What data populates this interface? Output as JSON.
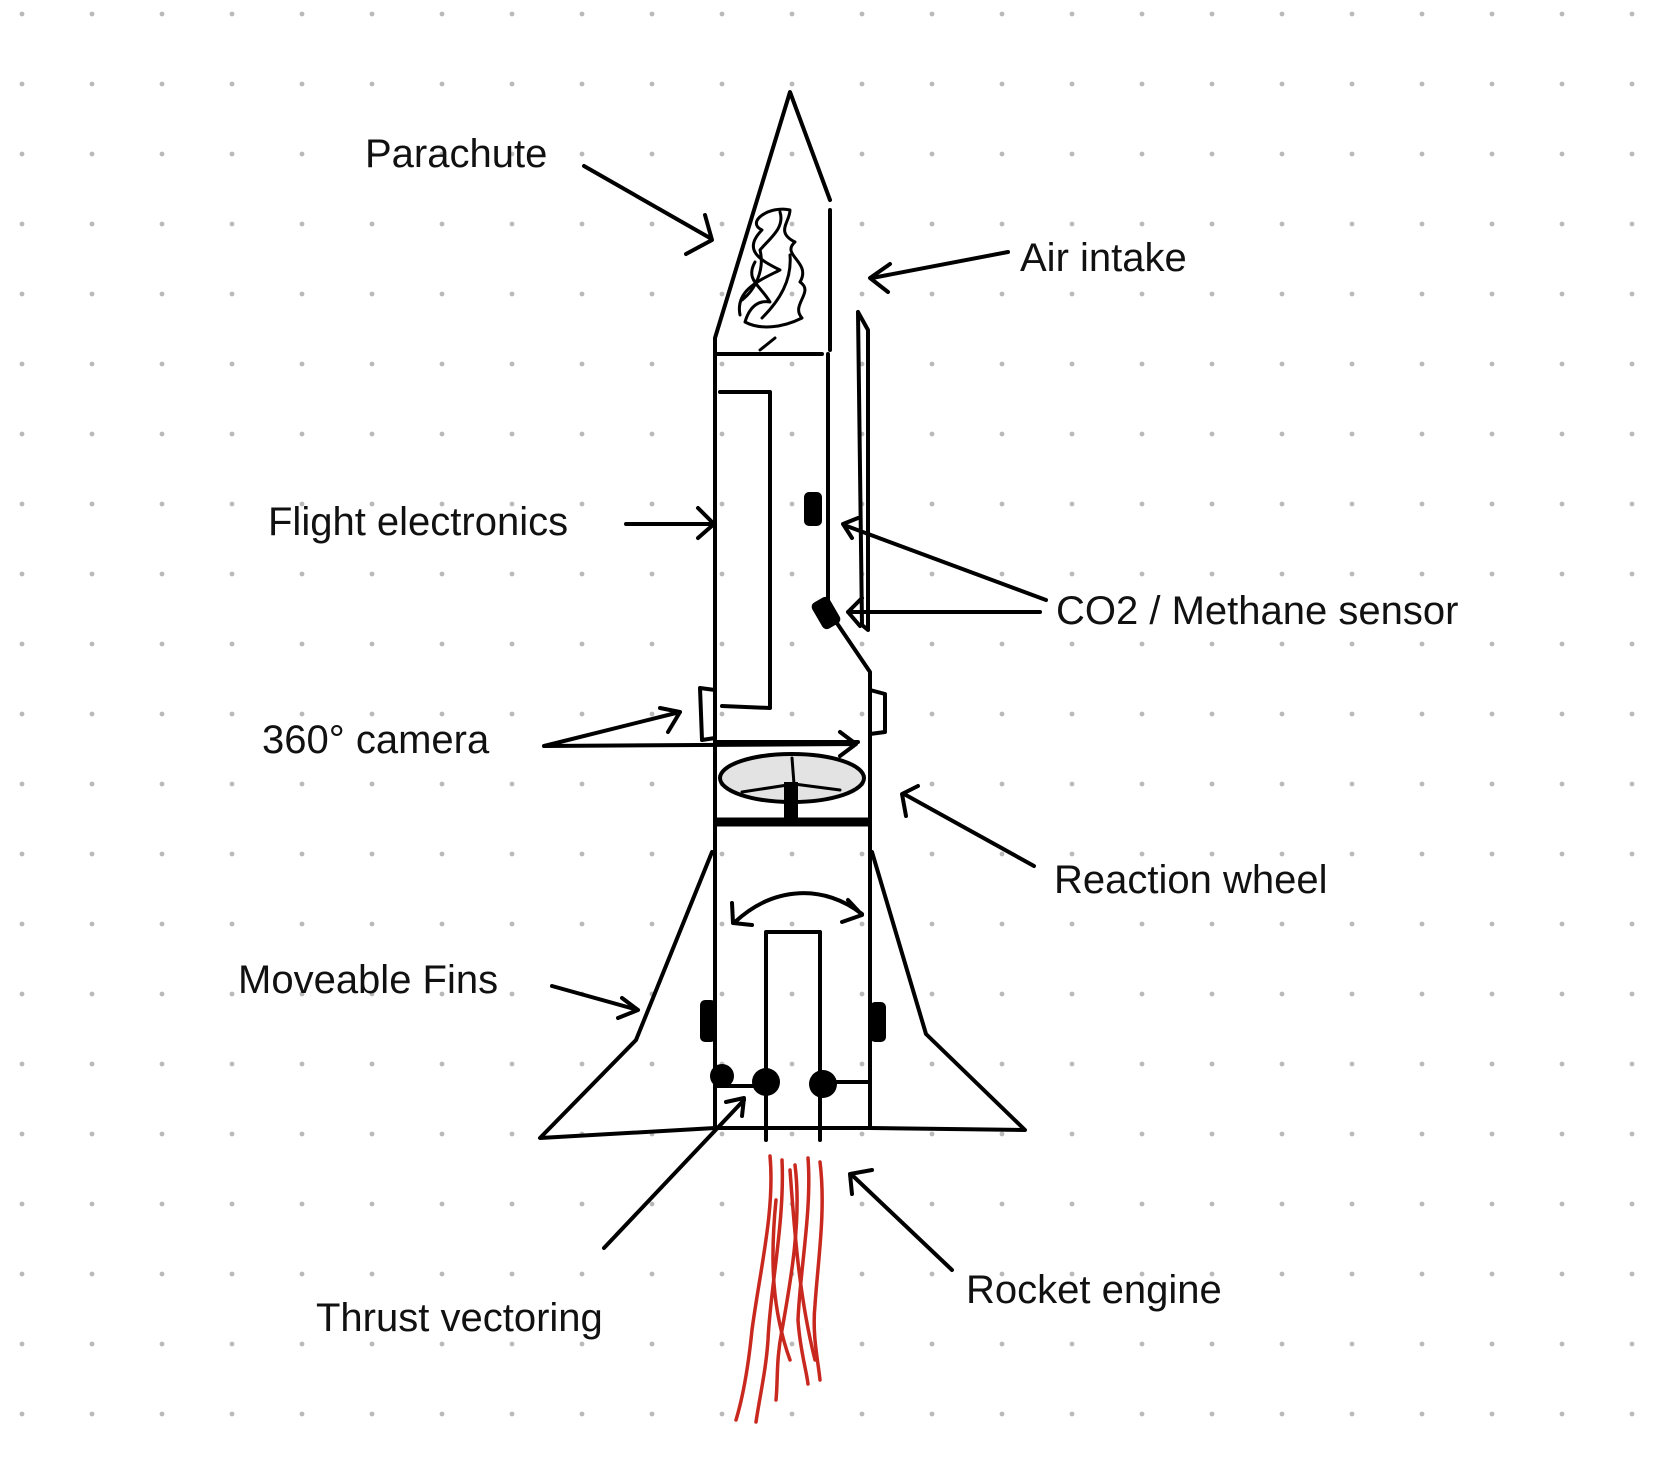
{
  "labels": {
    "parachute": "Parachute",
    "air_intake": "Air intake",
    "flight_electronics": "Flight electronics",
    "sensor": "CO2 / Methane sensor",
    "camera": "360° camera",
    "reaction_wheel": "Reaction wheel",
    "fins": "Moveable Fins",
    "thrust_vectoring": "Thrust vectoring",
    "rocket_engine": "Rocket engine"
  },
  "colors": {
    "ink": "#000000",
    "flame": "#c8281e",
    "grid_dot": "#b9b9b9",
    "wheel_fill": "#e3e3e3"
  }
}
